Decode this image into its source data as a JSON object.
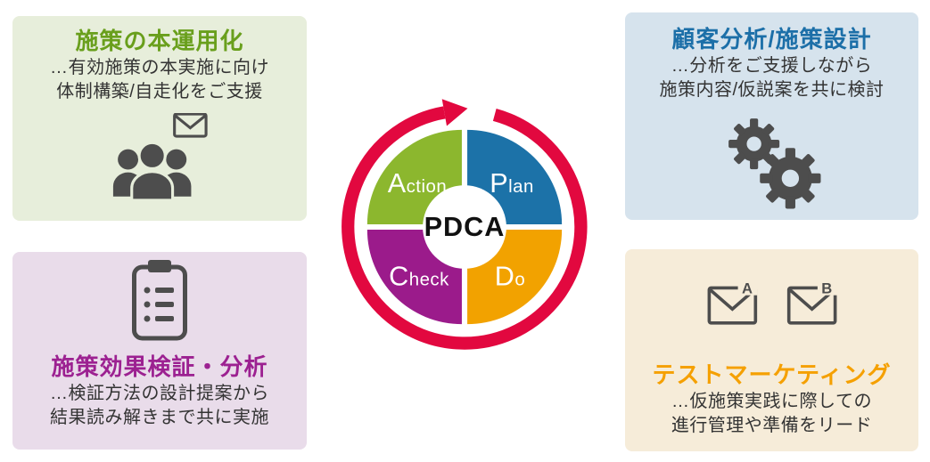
{
  "pdca": {
    "center_label": "PDCA",
    "ring_color": "#e2083f",
    "quadrants": [
      {
        "name": "Action",
        "initial": "A",
        "rest": "ction",
        "color": "#8cb72e",
        "position": "top-left"
      },
      {
        "name": "Plan",
        "initial": "P",
        "rest": "lan",
        "color": "#1c72a8",
        "position": "top-right"
      },
      {
        "name": "Check",
        "initial": "C",
        "rest": "heck",
        "color": "#9b1b8b",
        "position": "bottom-left"
      },
      {
        "name": "Do",
        "initial": "D",
        "rest": "o",
        "color": "#f2a200",
        "position": "bottom-right"
      }
    ]
  },
  "cards": {
    "top_left": {
      "title": "施策の本運用化",
      "line1": "…有効施策の本実施に向け",
      "line2": "体制構築/自走化をご支援",
      "title_color": "#699f1c",
      "bg_color": "#e7eedb",
      "icon": "people-group-with-envelope-icon"
    },
    "top_right": {
      "title": "顧客分析/施策設計",
      "line1": "…分析をご支援しながら",
      "line2": "施策内容/仮説案を共に検討",
      "title_color": "#1c6fa8",
      "bg_color": "#d6e3ed",
      "icon": "gears-icon"
    },
    "bottom_left": {
      "title": "施策効果検証・分析",
      "line1": "…検証方法の設計提案から",
      "line2": "結果読み解きまで共に実施",
      "title_color": "#9c2191",
      "bg_color": "#e9dcea",
      "icon": "clipboard-checklist-icon"
    },
    "bottom_right": {
      "title": "テストマーケティング",
      "line1": "…仮施策実践に際しての",
      "line2": "進行管理や準備をリード",
      "title_color": "#f5a000",
      "bg_color": "#f6ecd9",
      "icon": "ab-envelopes-icon",
      "envelope_a_label": "A",
      "envelope_b_label": "B"
    }
  },
  "icon_color": "#4d4d4d"
}
